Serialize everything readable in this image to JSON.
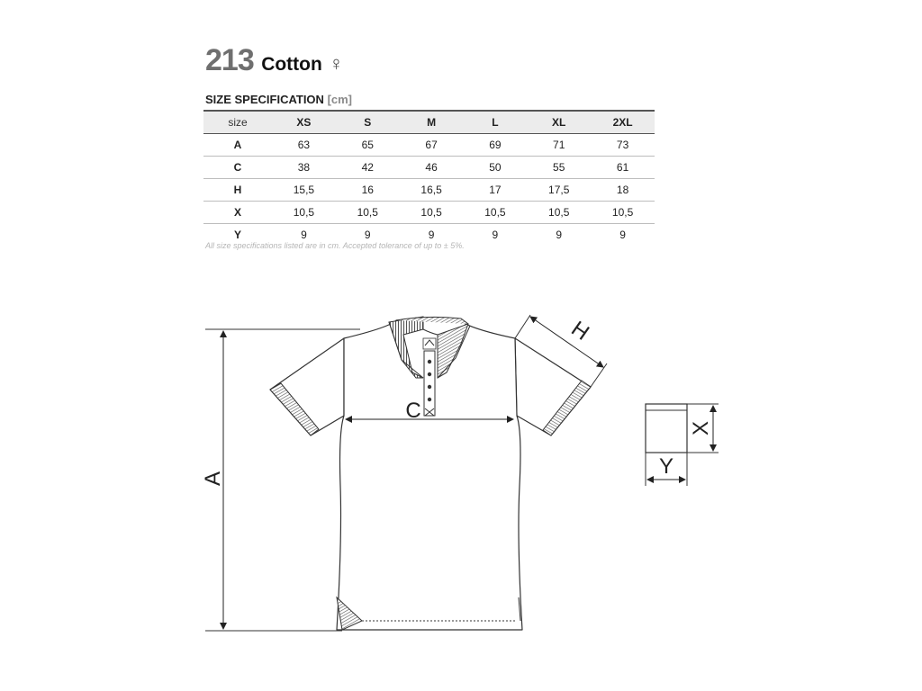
{
  "product": {
    "code": "213",
    "name": "Cotton",
    "gender_symbol": "♀"
  },
  "spec": {
    "heading": "SIZE SPECIFICATION",
    "unit": "[cm]",
    "header_label": "size",
    "sizes": [
      "XS",
      "S",
      "M",
      "L",
      "XL",
      "2XL"
    ],
    "rows": [
      {
        "label": "A",
        "values": [
          "63",
          "65",
          "67",
          "69",
          "71",
          "73"
        ]
      },
      {
        "label": "C",
        "values": [
          "38",
          "42",
          "46",
          "50",
          "55",
          "61"
        ]
      },
      {
        "label": "H",
        "values": [
          "15,5",
          "16",
          "16,5",
          "17",
          "17,5",
          "18"
        ]
      },
      {
        "label": "X",
        "values": [
          "10,5",
          "10,5",
          "10,5",
          "10,5",
          "10,5",
          "10,5"
        ]
      },
      {
        "label": "Y",
        "values": [
          "9",
          "9",
          "9",
          "9",
          "9",
          "9"
        ]
      }
    ],
    "note": "All size specifications listed are in cm. Accepted tolerance of up to ± 5%."
  },
  "diagram": {
    "label_a": "A",
    "label_c": "C",
    "label_h": "H",
    "label_x": "X",
    "label_y": "Y"
  }
}
